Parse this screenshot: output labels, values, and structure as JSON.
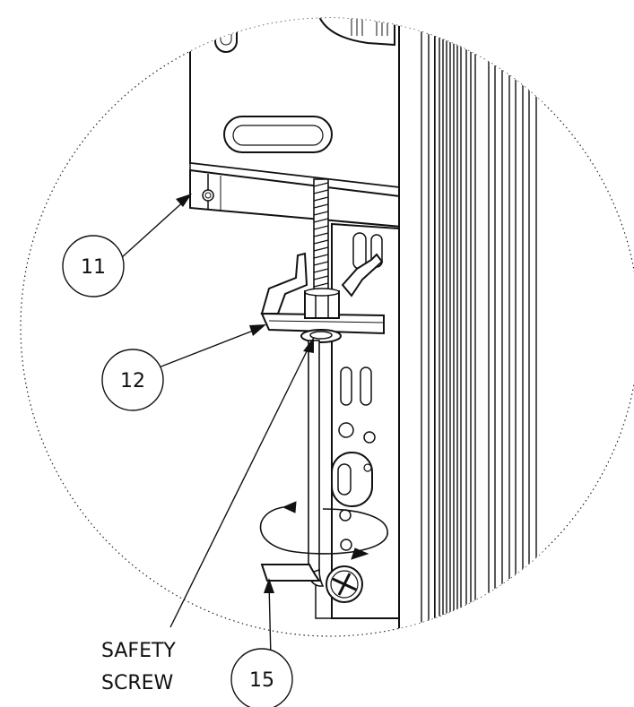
{
  "callouts": [
    {
      "id": "callout-11",
      "label": "11"
    },
    {
      "id": "callout-12",
      "label": "12"
    },
    {
      "id": "callout-15",
      "label": "15"
    }
  ],
  "caption": {
    "line1": "SAFETY",
    "line2": "SCREW"
  }
}
